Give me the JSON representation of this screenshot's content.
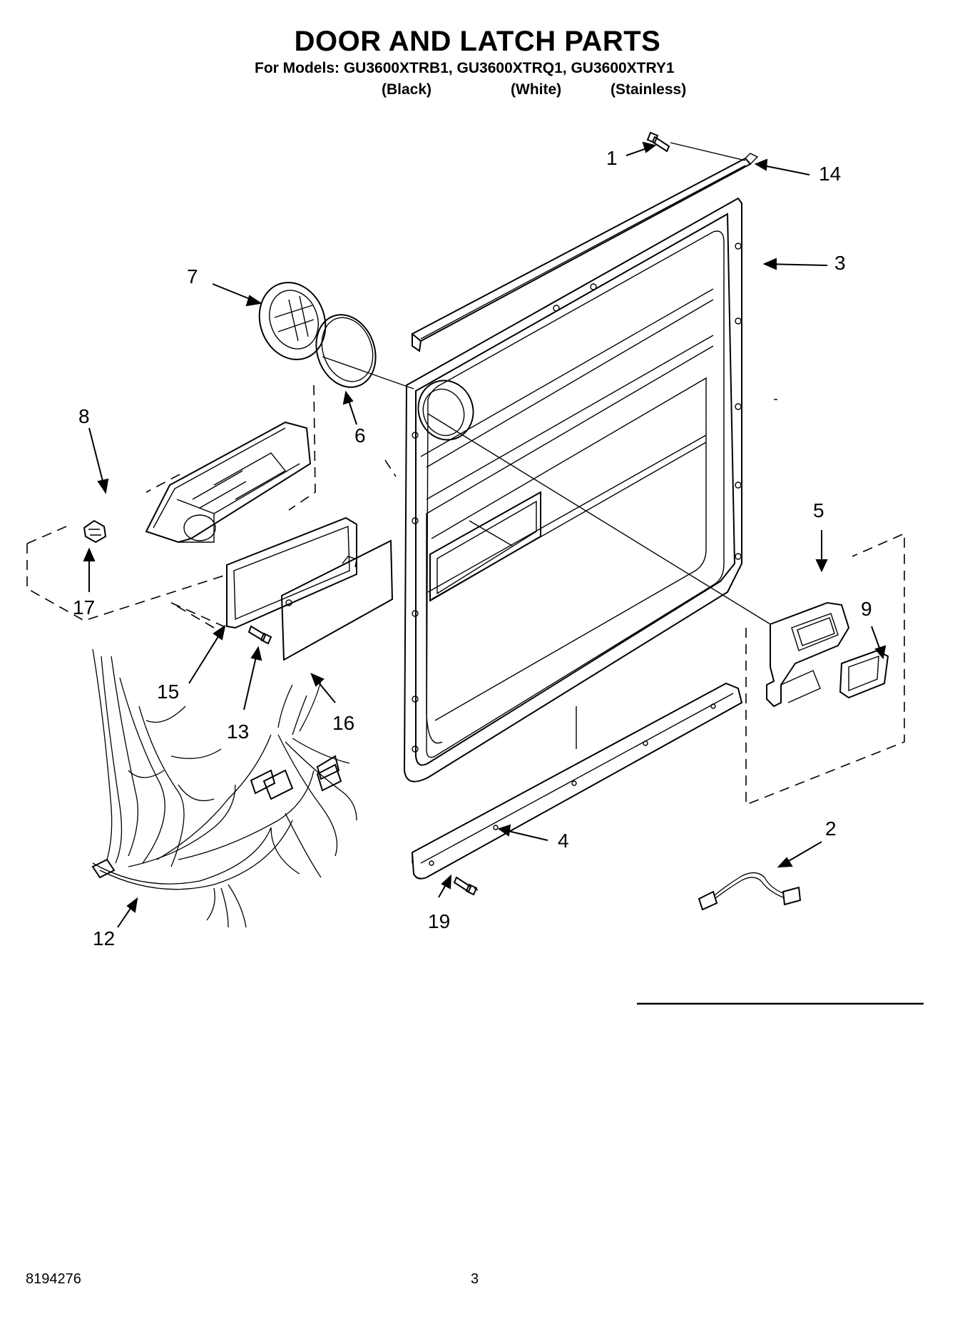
{
  "header": {
    "title": "DOOR AND LATCH PARTS",
    "models_line": "For Models: GU3600XTRB1, GU3600XTRQ1, GU3600XTRY1",
    "variants": [
      "(Black)",
      "(White)",
      "(Stainless)"
    ]
  },
  "callouts": [
    "1",
    "14",
    "3",
    "7",
    "6",
    "8",
    "5",
    "9",
    "17",
    "15",
    "13",
    "16",
    "4",
    "2",
    "12",
    "19"
  ],
  "footer": {
    "doc_number": "8194276",
    "page_number": "3"
  }
}
